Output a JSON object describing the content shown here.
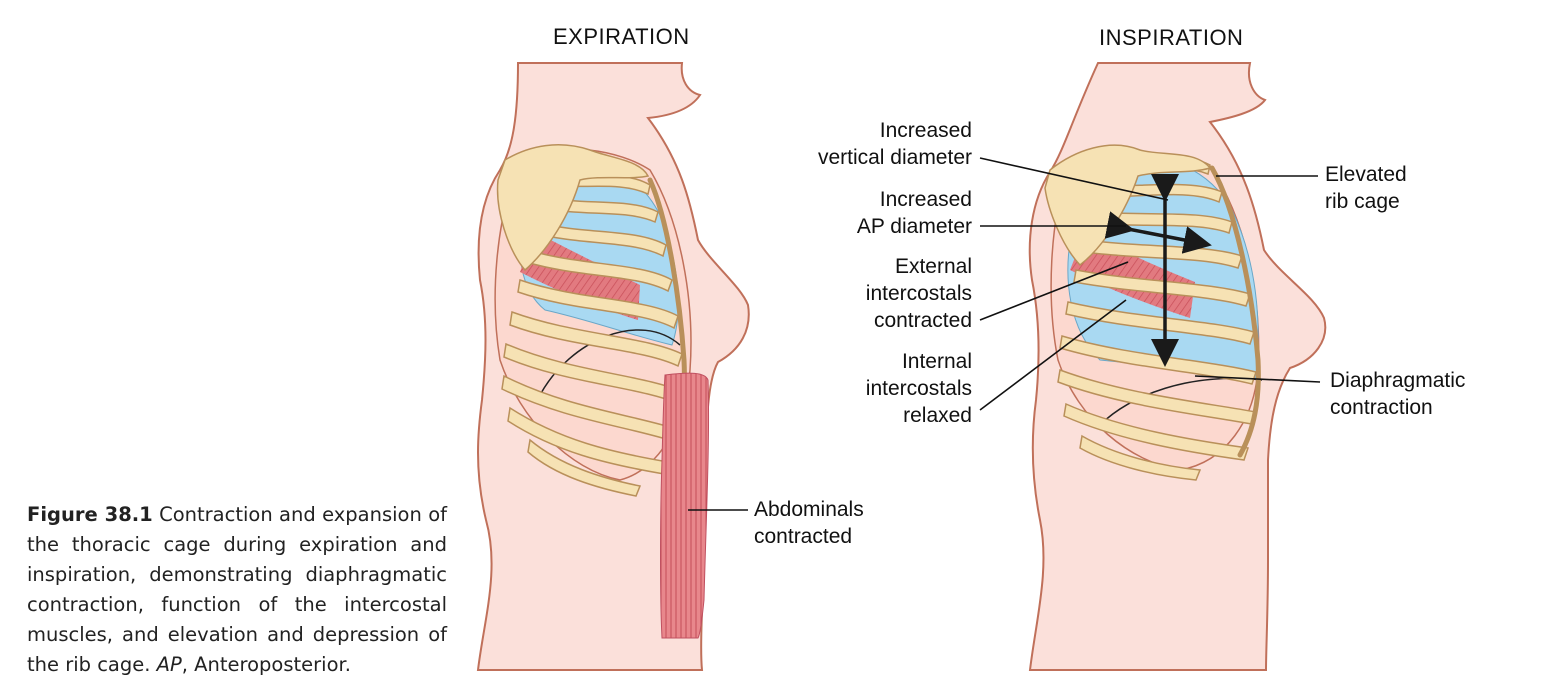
{
  "caption": {
    "figure_label": "Figure 38.1",
    "text_part1": "Contraction and expansion of the thoracic cage during expiration and inspiration, demonstrating diaphragmatic contraction, function of the intercostal muscles, and elevation and depression of the rib cage.",
    "abbrev": "AP",
    "text_part2": ", Anteroposterior."
  },
  "panels": {
    "expiration_title": "EXPIRATION",
    "inspiration_title": "INSPIRATION"
  },
  "labels": {
    "abdominals": [
      "Abdominals",
      "contracted"
    ],
    "vertical_diameter": [
      "Increased",
      "vertical diameter"
    ],
    "ap_diameter": [
      "Increased",
      "AP diameter"
    ],
    "external_intercostals": [
      "External",
      "intercostals",
      "contracted"
    ],
    "internal_intercostals": [
      "Internal",
      "intercostals",
      "relaxed"
    ],
    "elevated_rib_cage": [
      "Elevated",
      "rib cage"
    ],
    "diaphragmatic": [
      "Diaphragmatic",
      "contraction"
    ]
  },
  "colors": {
    "skin": "#fbe0da",
    "skin_outline": "#c0705a",
    "bone": "#f6e2b4",
    "bone_outline": "#b9905a",
    "lung": "#a9d9f2",
    "muscle": "#dc6c74",
    "arrow": "#1a1a1a"
  }
}
